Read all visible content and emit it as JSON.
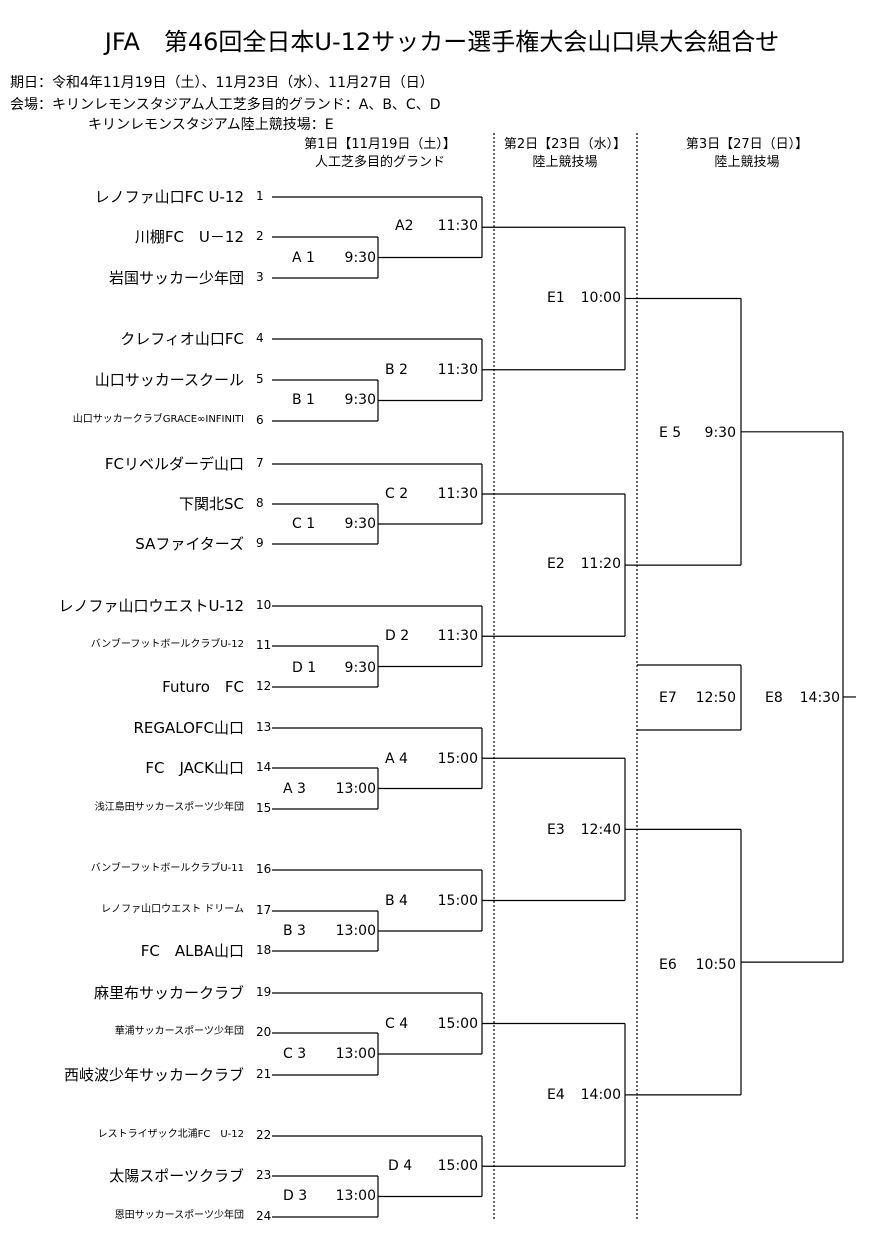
{
  "title": "JFA　第46回全日本U-12サッカー選手権大会山口県大会組合せ",
  "info": {
    "dates": "期日：令和4年11月19日（土）、11月23日（水）、11月27日（日）",
    "venue1": "会場：キリンレモンスタジアム人工芝多目的グランド：A、B、C、D",
    "venue2": "キリンレモンスタジアム陸上競技場：E"
  },
  "columns": [
    {
      "day": "第1日【11月19日（土）】",
      "venue": "人工芝多目的グランド"
    },
    {
      "day": "第2日【23日（水）】",
      "venue": "陸上競技場"
    },
    {
      "day": "第3日【27日（日）】",
      "venue": "陸上競技場"
    }
  ],
  "teams": [
    {
      "num": "1",
      "name": "レノファ山口FC U-12"
    },
    {
      "num": "2",
      "name": "川棚FC　U－12"
    },
    {
      "num": "3",
      "name": "岩国サッカー少年団"
    },
    {
      "num": "4",
      "name": "クレフィオ山口FC"
    },
    {
      "num": "5",
      "name": "山口サッカースクール"
    },
    {
      "num": "6",
      "name": "山口サッカークラブGRACE∞INFINITI"
    },
    {
      "num": "7",
      "name": "FCリベルダーデ山口"
    },
    {
      "num": "8",
      "name": "下関北SC"
    },
    {
      "num": "9",
      "name": "SAファイターズ"
    },
    {
      "num": "10",
      "name": "レノファ山口ウエストU-12"
    },
    {
      "num": "11",
      "name": "バンブーフットボールクラブU-12"
    },
    {
      "num": "12",
      "name": "Futuro　FC"
    },
    {
      "num": "13",
      "name": "REGALOFC山口"
    },
    {
      "num": "14",
      "name": "FC　JACK山口"
    },
    {
      "num": "15",
      "name": "浅江島田サッカースポーツ少年団"
    },
    {
      "num": "16",
      "name": "バンブーフットボールクラブU-11"
    },
    {
      "num": "17",
      "name": "レノファ山口ウエスト ドリーム"
    },
    {
      "num": "18",
      "name": "FC　ALBA山口"
    },
    {
      "num": "19",
      "name": "麻里布サッカークラブ"
    },
    {
      "num": "20",
      "name": "華浦サッカースポーツ少年団"
    },
    {
      "num": "21",
      "name": "西岐波少年サッカークラブ"
    },
    {
      "num": "22",
      "name": "レストライザック北浦FC　U-12"
    },
    {
      "num": "23",
      "name": "太陽スポーツクラブ"
    },
    {
      "num": "24",
      "name": "恩田サッカースポーツ少年団"
    }
  ],
  "matches": {
    "A1": {
      "code": "A 1",
      "time": "9:30"
    },
    "A2": {
      "code": "A2",
      "time": "11:30"
    },
    "B1": {
      "code": "B 1",
      "time": "9:30"
    },
    "B2": {
      "code": "B 2",
      "time": "11:30"
    },
    "C1": {
      "code": "C 1",
      "time": "9:30"
    },
    "C2": {
      "code": "C 2",
      "time": "11:30"
    },
    "D1": {
      "code": "D 1",
      "time": "9:30"
    },
    "D2": {
      "code": "D 2",
      "time": "11:30"
    },
    "A3": {
      "code": "A 3",
      "time": "13:00"
    },
    "A4": {
      "code": "A 4",
      "time": "15:00"
    },
    "B3": {
      "code": "B 3",
      "time": "13:00"
    },
    "B4": {
      "code": "B 4",
      "time": "15:00"
    },
    "C3": {
      "code": "C 3",
      "time": "13:00"
    },
    "C4": {
      "code": "C 4",
      "time": "15:00"
    },
    "D3": {
      "code": "D 3",
      "time": "13:00"
    },
    "D4": {
      "code": "D 4",
      "time": "15:00"
    },
    "E1": {
      "code": "E1",
      "time": "10:00"
    },
    "E2": {
      "code": "E2",
      "time": "11:20"
    },
    "E3": {
      "code": "E3",
      "time": "12:40"
    },
    "E4": {
      "code": "E4",
      "time": "14:00"
    },
    "E5": {
      "code": "E 5",
      "time": "9:30"
    },
    "E6": {
      "code": "E6",
      "time": "10:50"
    },
    "E7": {
      "code": "E7",
      "time": "12:50"
    },
    "E8": {
      "code": "E8",
      "time": "14:30"
    }
  }
}
